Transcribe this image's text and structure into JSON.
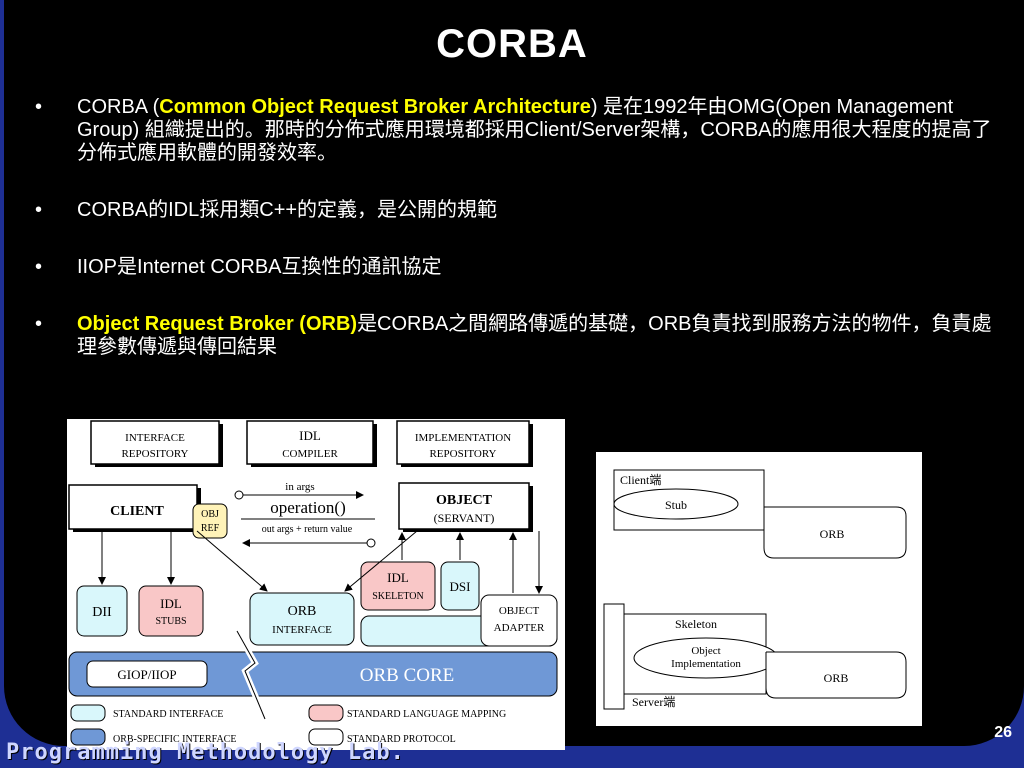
{
  "title": "CORBA",
  "page_number": "26",
  "footer": "Programming Methodology Lab.",
  "bullets": [
    {
      "prefix": "CORBA (",
      "highlight": "Common Object Request Broker Architecture",
      "rest": ") 是在1992年由OMG(Open Management Group) 組織提出的。那時的分佈式應用環境都採用Client/Server架構，CORBA的應用很大程度的提高了分佈式應用軟體的開發效率。"
    },
    {
      "prefix": "",
      "highlight": "",
      "rest": "CORBA的IDL採用類C++的定義，是公開的規範"
    },
    {
      "prefix": "",
      "highlight": "",
      "rest": "IIOP是Internet CORBA互換性的通訊協定"
    },
    {
      "prefix": "",
      "highlight": "Object Request Broker (ORB)",
      "rest": "是CORBA之間網路傳遞的基礎，ORB負責找到服務方法的物件，負責處理參數傳遞與傳回結果"
    }
  ],
  "bullet_symbol": "•",
  "diagram1": {
    "interface_repository": [
      "INTERFACE",
      "REPOSITORY"
    ],
    "idl_compiler": [
      "IDL",
      "COMPILER"
    ],
    "implementation_repository": [
      "IMPLEMENTATION",
      "REPOSITORY"
    ],
    "client": "CLIENT",
    "obj_ref": [
      "OBJ",
      "REF"
    ],
    "in_args": "in  args",
    "operation": "operation()",
    "out_args": "out  args + return  value",
    "object": "OBJECT",
    "servant": "(SERVANT)",
    "dii": "DII",
    "idl_stubs": [
      "IDL",
      "STUBS"
    ],
    "orb_interface": [
      "ORB",
      "INTERFACE"
    ],
    "idl_skeleton": [
      "IDL",
      "SKELETON"
    ],
    "dsi": "DSI",
    "object_adapter": [
      "OBJECT",
      "ADAPTER"
    ],
    "giop_iiop": "GIOP/IIOP",
    "orb_core": "ORB  CORE",
    "legend": {
      "standard_interface": "STANDARD  INTERFACE",
      "orb_specific_interface": "ORB-SPECIFIC  INTERFACE",
      "standard_language_mapping": "STANDARD  LANGUAGE  MAPPING",
      "standard_protocol": "STANDARD  PROTOCOL"
    },
    "colors": {
      "cyan": "#d9f7fb",
      "pink": "#f9c7c7",
      "orb_core_blue": "#6f98d6",
      "obj_ref_yellow": "#fff3b8"
    }
  },
  "diagram2": {
    "client": "Client端",
    "stub": "Stub",
    "orb_top": "ORB",
    "skeleton": "Skeleton",
    "object_impl": [
      "Object",
      "Implementation"
    ],
    "orb_bottom": "ORB",
    "server": "Server端"
  }
}
